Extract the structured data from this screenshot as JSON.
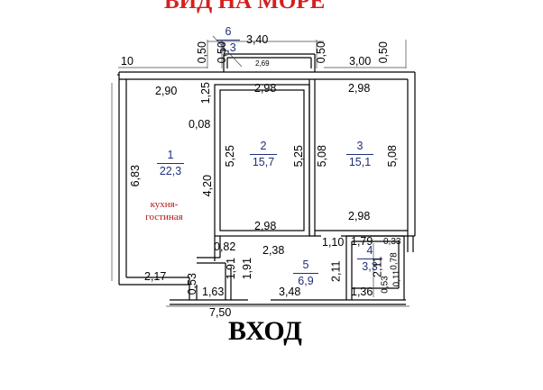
{
  "title_top": "ВИД НА МОРЕ",
  "entrance": "ВХОД",
  "rooms": [
    {
      "num": "1",
      "area": "22,3",
      "name_line1": "кухня-",
      "name_line2": "гостиная"
    },
    {
      "num": "2",
      "area": "15,7"
    },
    {
      "num": "3",
      "area": "15,1"
    },
    {
      "num": "4",
      "area": "3,3"
    },
    {
      "num": "5",
      "area": "6,9"
    },
    {
      "num": "6",
      "area": "1,3"
    }
  ],
  "dims": {
    "d_3_40": "3,40",
    "d_0_50_a": "0,50",
    "d_0_50_b": "0,50",
    "d_0_50_c": "0,50",
    "d_0_50_d": "0,50",
    "d_10": "10",
    "d_2_69": "2,69",
    "d_3_00": "3,00",
    "d_2_90": "2,90",
    "d_1_25": "1,25",
    "d_0_08": "0,08",
    "d_2_98_r2_top": "2,98",
    "d_2_98_r3_top": "2,98",
    "d_2_98_r2_bot": "2,98",
    "d_2_98_r3_bot": "2,98",
    "d_5_25_a": "5,25",
    "d_5_25_b": "5,25",
    "d_5_08_a": "5,08",
    "d_5_08_b": "5,08",
    "d_6_83": "6,83",
    "d_4_20": "4,20",
    "d_0_82": "0,82",
    "d_2_38": "2,38",
    "d_1_10": "1,10",
    "d_1_79": "1,79",
    "d_0_33": "0,33",
    "d_1_91_a": "1,91",
    "d_1_91_b": "1,91",
    "d_2_11_a": "2,11",
    "d_2_11_b": "2,11",
    "d_0_78": "0,78",
    "d_0_11": "0,11",
    "d_0_53_a": "0,53",
    "d_0_53_b": "0,53",
    "d_2_17": "2,17",
    "d_1_63": "1,63",
    "d_3_48": "3,48",
    "d_1_36": "1,36",
    "d_7_50": "7,50"
  },
  "colors": {
    "walls": "#000000",
    "room_labels": "#1f2f7a",
    "kitchen_label": "#b01818",
    "title": "#d42020"
  }
}
